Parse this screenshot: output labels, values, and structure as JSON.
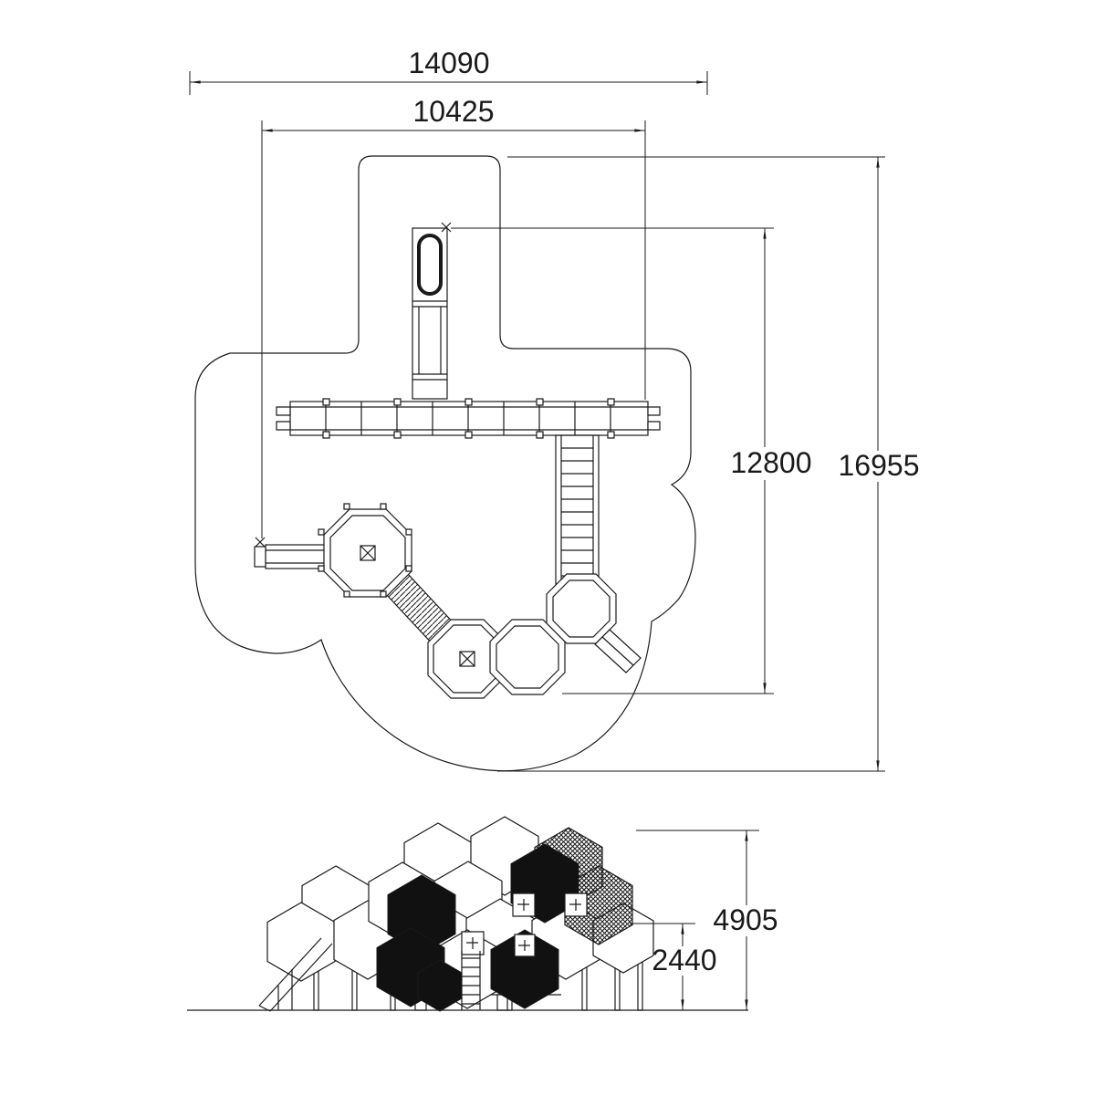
{
  "dimensions": {
    "plan": {
      "overall_width": "14090",
      "equipment_width": "10425",
      "equipment_depth": "12800",
      "overall_depth": "16955"
    },
    "elevation": {
      "overall_height": "4905",
      "deck_height": "2440"
    }
  },
  "colors": {
    "line": "#1a1a1a",
    "background": "#ffffff",
    "solid_fill": "#111111"
  }
}
